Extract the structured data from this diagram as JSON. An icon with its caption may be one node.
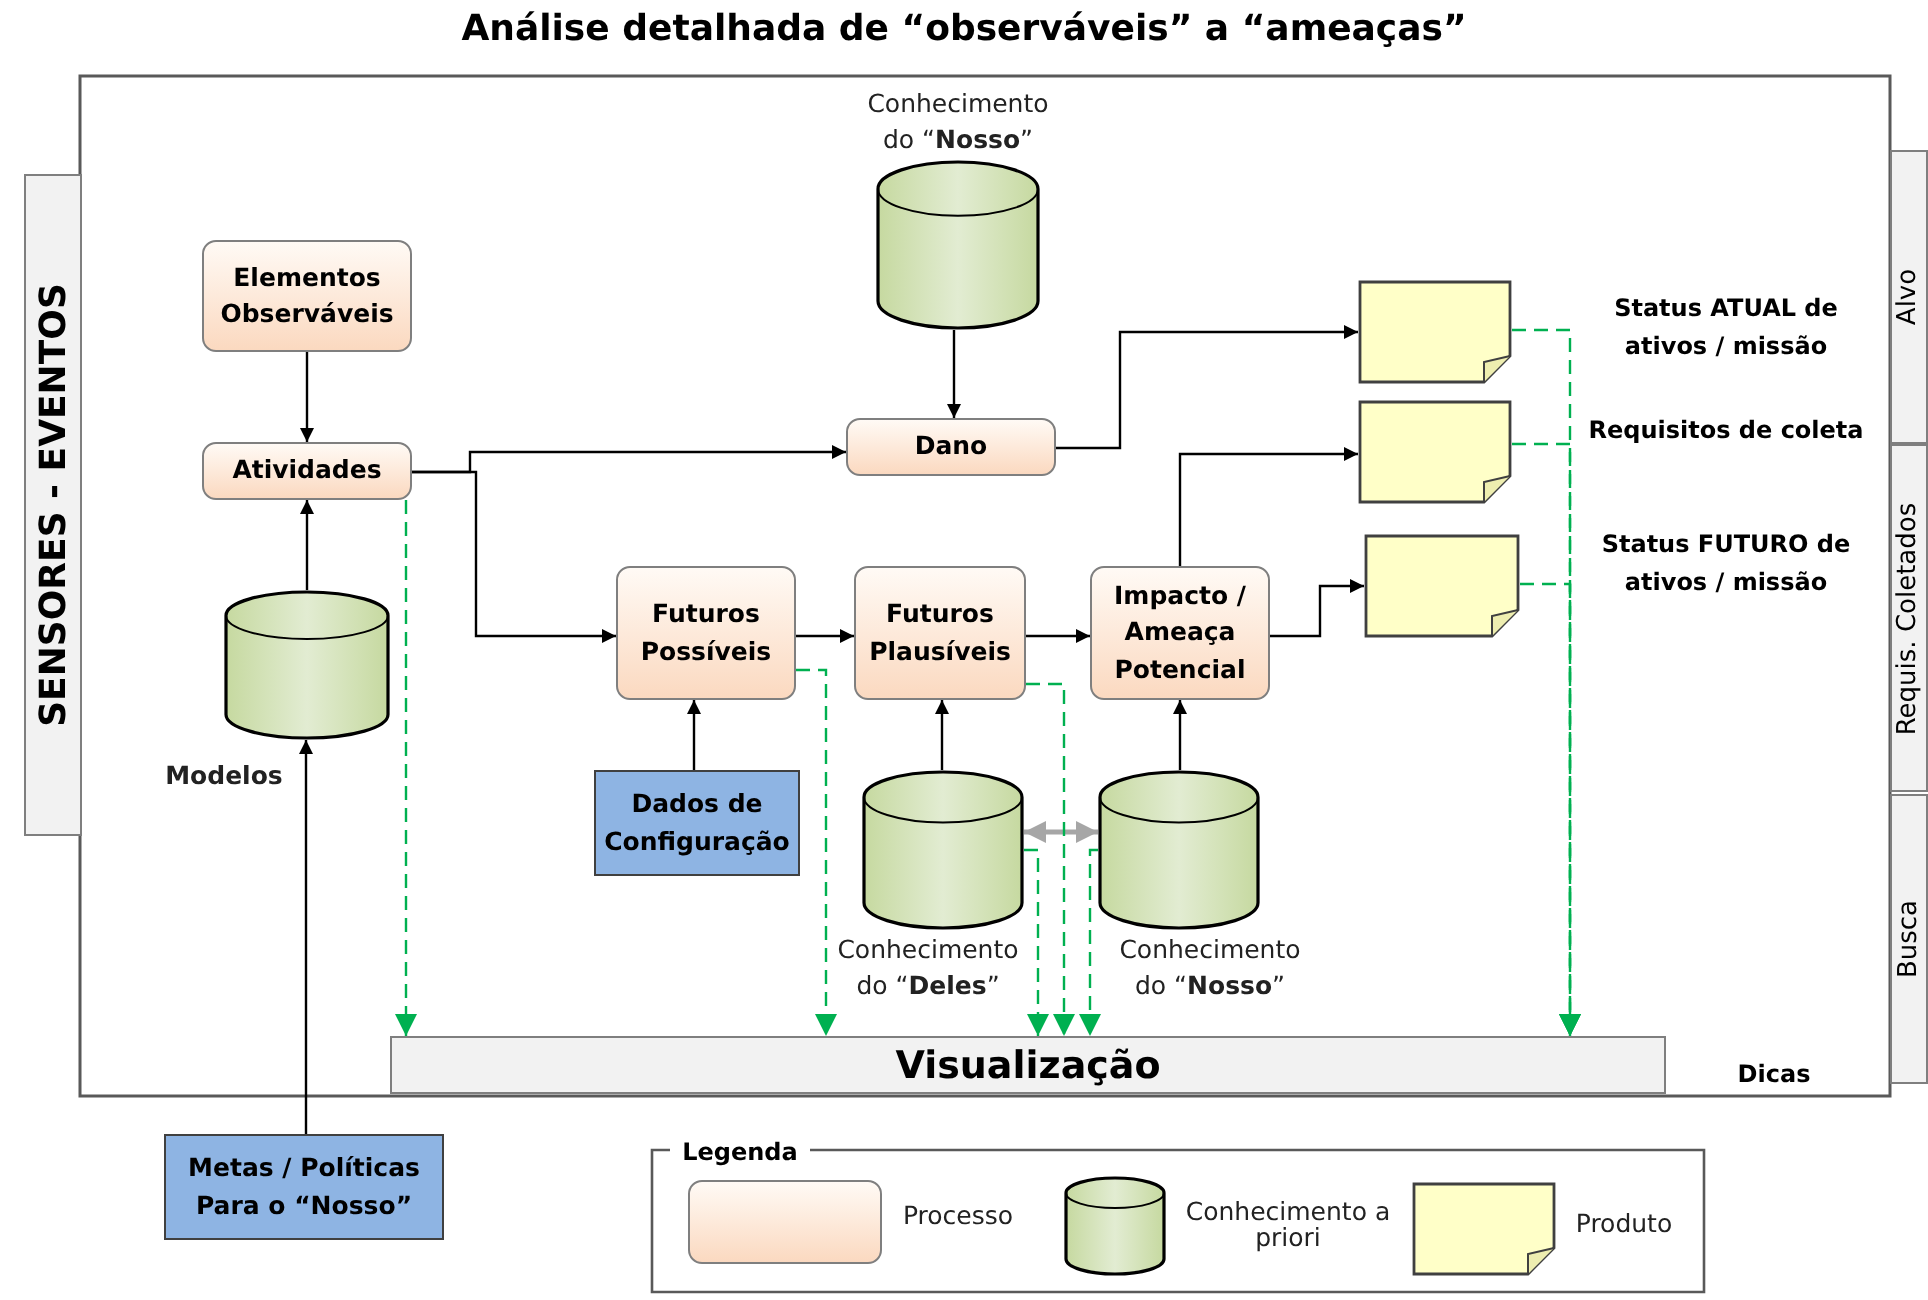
{
  "diagram": {
    "title": "Análise detalhada de “observáveis” a “ameaças”",
    "nodes": [
      {
        "text": [
          "SENSORES - EVENTOS"
        ]
      },
      {
        "text": [
          "Elementos Observáveis"
        ]
      },
      {
        "text": [
          "Atividades"
        ]
      },
      {
        "text": [
          "Modelos"
        ]
      },
      {
        "text": [
          "Conhecimento do “**Nosso**”"
        ]
      },
      {
        "text": [
          "Dano"
        ]
      },
      {
        "text": [
          "Futuros Possíveis"
        ]
      },
      {
        "text": [
          "Futuros Plausíveis"
        ]
      },
      {
        "text": [
          "Impacto / Ameaça Potencial"
        ]
      },
      {
        "text": [
          "Dados de Configuração"
        ]
      },
      {
        "text": [
          "Conhecimento do “**Deles**”"
        ]
      },
      {
        "text": [
          "Conhecimento do “**Nosso**”"
        ]
      },
      {
        "text": [],
        "shape": "document"
      },
      {
        "text": [],
        "shape": "document"
      },
      {
        "text": [],
        "shape": "document"
      },
      {
        "text": [
          "Visualização"
        ]
      },
      {
        "text": [
          "Metas / Políticas Para o “Nosso”"
        ]
      },
      {
        "text": [
          "Alvo"
        ]
      },
      {
        "text": [
          "Requis. Coletados"
        ]
      },
      {
        "text": [
          "Busca"
        ]
      }
    ],
    "edges": [
      {
        "from": 1,
        "to": 2,
        "arrow": "to"
      },
      {
        "from": 3,
        "to": 2,
        "arrow": "to"
      },
      {
        "from": 16,
        "to": 3,
        "arrow": "to"
      },
      {
        "from": 4,
        "to": 5,
        "arrow": "to"
      },
      {
        "from": 2,
        "to": 5,
        "arrow": "to"
      },
      {
        "from": 2,
        "to": 6,
        "arrow": "to"
      },
      {
        "from": 5,
        "to": 12,
        "arrow": "to"
      },
      {
        "from": 6,
        "to": 7,
        "arrow": "to"
      },
      {
        "from": 7,
        "to": 8,
        "arrow": "to"
      },
      {
        "from": 9,
        "to": 6,
        "arrow": "to"
      },
      {
        "from": 10,
        "to": 7,
        "arrow": "to"
      },
      {
        "from": 11,
        "to": 8,
        "arrow": "to"
      },
      {
        "from": 8,
        "to": 13,
        "arrow": "to"
      },
      {
        "from": 8,
        "to": 14,
        "arrow": "to"
      },
      {
        "from": 10,
        "to": 11,
        "arrow": "both",
        "color": "#a6a6a6"
      },
      {
        "from": 2,
        "to": 15,
        "arrow": "to",
        "style": "dashed",
        "color": "#00b050"
      },
      {
        "from": 6,
        "to": 15,
        "arrow": "to",
        "style": "dashed",
        "color": "#00b050"
      },
      {
        "from": 7,
        "to": 15,
        "arrow": "to",
        "style": "dashed",
        "color": "#00b050"
      },
      {
        "from": 10,
        "to": 15,
        "arrow": "to",
        "style": "dashed",
        "color": "#00b050"
      },
      {
        "from": 11,
        "to": 15,
        "arrow": "to",
        "style": "dashed",
        "color": "#00b050"
      },
      {
        "from": 12,
        "to": 15,
        "arrow": "to",
        "style": "dashed",
        "color": "#00b050"
      },
      {
        "from": 13,
        "to": 15,
        "arrow": "to",
        "style": "dashed",
        "color": "#00b050"
      },
      {
        "from": 14,
        "to": 15,
        "arrow": "to",
        "style": "dashed",
        "color": "#00b050"
      }
    ],
    "labels": [
      "Status ATUAL de ativos / missão",
      "Requisitos de coleta",
      "Status FUTURO de ativos / missão",
      "Dicas",
      "Legenda"
    ],
    "legend": [
      {
        "text": "Processo"
      },
      {
        "text": "Conhecimento a priori"
      },
      {
        "text": "Produto"
      }
    ]
  }
}
